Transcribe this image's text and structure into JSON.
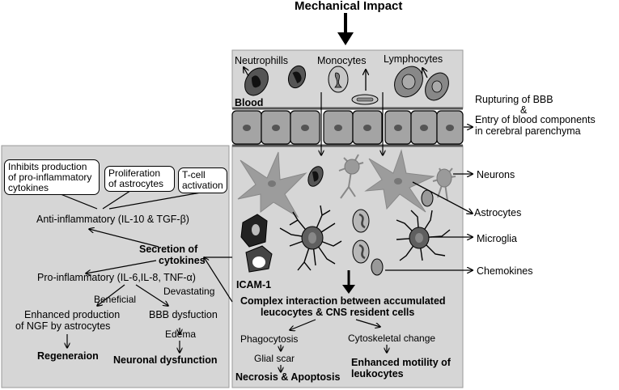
{
  "title": "Mechanical Impact",
  "blood": {
    "cells": [
      "Neutrophills",
      "Monocytes",
      "Lymphocytes"
    ],
    "label": "Blood"
  },
  "bbb": {
    "line1": "Rupturing of BBB",
    "line2": "&",
    "line3": "Entry of blood components",
    "line4": "in cerebral parenchyma"
  },
  "cns": {
    "neurons": "Neurons",
    "astrocytes": "Astrocytes",
    "microglia": "Microglia",
    "chemokines": "Chemokines",
    "icam": "ICAM-1",
    "interaction_line1": "Complex interaction between accumulated",
    "interaction_line2": "leucocytes & CNS resident cells",
    "phagocytosis": "Phagocytosis",
    "glial_scar": "Glial scar",
    "necrosis": "Necrosis & Apoptosis",
    "cytoskeletal": "Cytoskeletal change",
    "motility_line1": "Enhanced motility of",
    "motility_line2": "leukocytes"
  },
  "left": {
    "box1": [
      "Inhibits production",
      "of pro-inflammatory",
      "cytokines"
    ],
    "box2": [
      "Proliferation",
      "of astrocytes"
    ],
    "box3": [
      "T-cell",
      "activation"
    ],
    "anti": "Anti-inflammatory (IL-10 & TGF-β)",
    "secretion_line1": "Secretion of",
    "secretion_line2": "cytokines",
    "pro": "Pro-inflammatory (IL-6,IL-8, TNF-α)",
    "beneficial": "Beneficial",
    "devastating": "Devastating",
    "ngf_line1": "Enhanced production",
    "ngf_line2": "of NGF by astrocytes",
    "bbb_dys": "BBB dysfuction",
    "edema": "Edema",
    "regen": "Regeneraion",
    "neuro_dys": "Neuronal dysfunction"
  }
}
